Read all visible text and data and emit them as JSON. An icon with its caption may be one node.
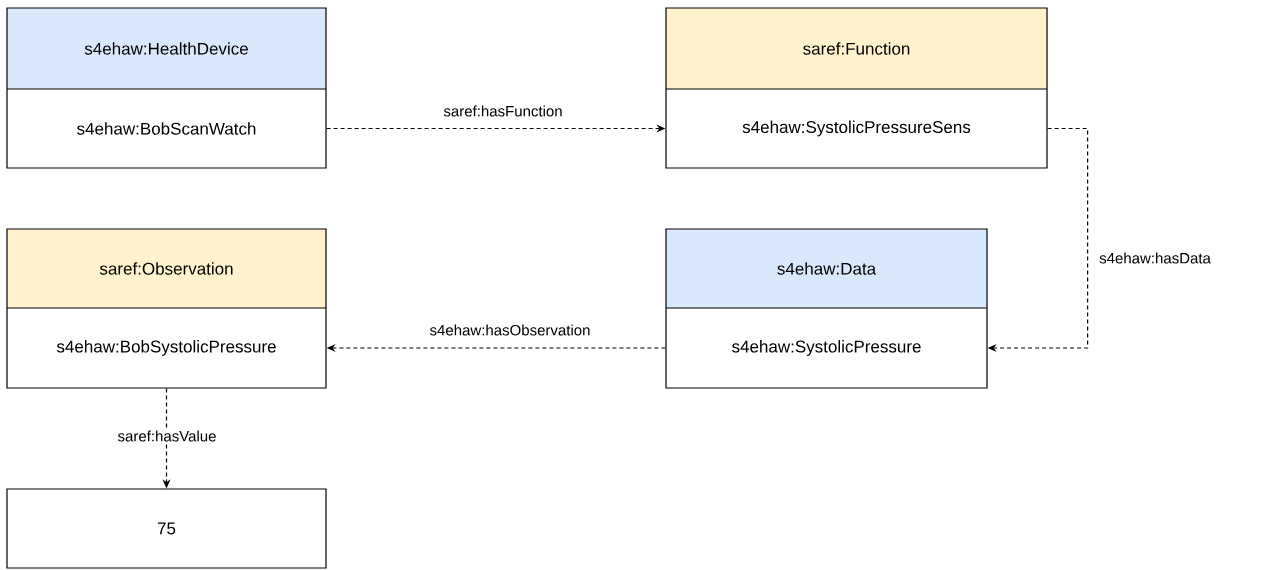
{
  "diagram": {
    "nodes": [
      {
        "text": [
          "s4ehaw:HealthDevice",
          "s4ehaw:BobScanWatch"
        ]
      },
      {
        "text": [
          "saref:Function",
          "s4ehaw:SystolicPressureSens"
        ]
      },
      {
        "text": [
          "saref:Observation",
          "s4ehaw:BobSystolicPressure"
        ]
      },
      {
        "text": [
          "s4ehaw:Data",
          "s4ehaw:SystolicPressure"
        ]
      },
      {
        "text": [
          "75"
        ]
      }
    ],
    "edges": [
      {
        "from": 0,
        "to": 1,
        "arrow": "to",
        "label": "saref:hasFunction",
        "style": "dashed"
      },
      {
        "from": 1,
        "to": 3,
        "arrow": "to",
        "label": "s4ehaw:hasData",
        "style": "dashed"
      },
      {
        "from": 3,
        "to": 2,
        "arrow": "to",
        "label": "s4ehaw:hasObservation",
        "style": "dashed"
      },
      {
        "from": 2,
        "to": 4,
        "arrow": "to",
        "label": "saref:hasValue",
        "style": "dashed"
      }
    ]
  }
}
